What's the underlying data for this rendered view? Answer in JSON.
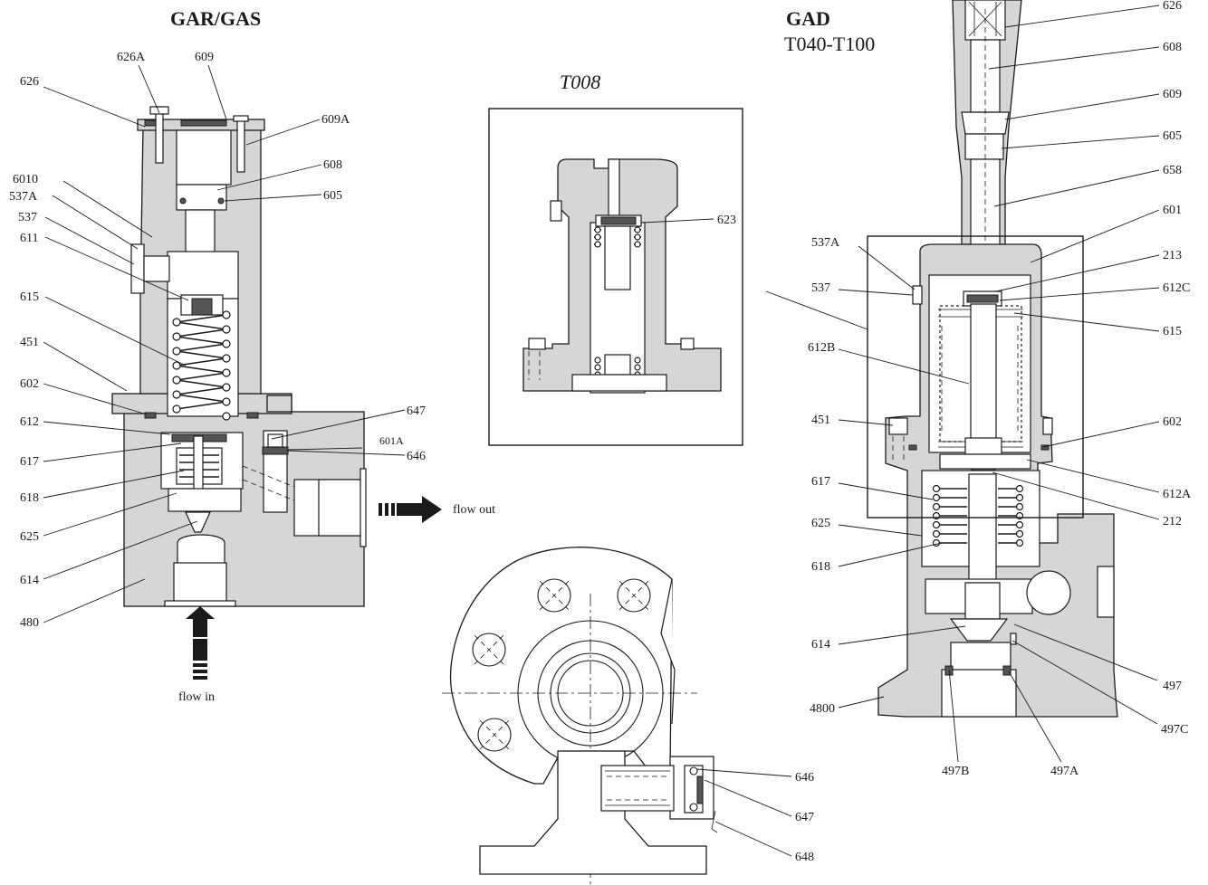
{
  "titles": {
    "left": "GAR/GAS",
    "right_main": "GAD",
    "right_sub": "T040-T100",
    "detail": "T008"
  },
  "flow": {
    "out": "flow out",
    "in": "flow in"
  },
  "labels_left": [
    "626A",
    "609",
    "626",
    "609A",
    "608",
    "605",
    "6010",
    "537A",
    "537",
    "611",
    "615",
    "451",
    "602",
    "647",
    "601A",
    "646",
    "612",
    "617",
    "618",
    "625",
    "614",
    "480"
  ],
  "labels_detail": [
    "623"
  ],
  "labels_right": [
    "626",
    "608",
    "609",
    "605",
    "658",
    "601",
    "213",
    "537A",
    "612C",
    "537",
    "615",
    "612B",
    "451",
    "602",
    "617",
    "612A",
    "212",
    "625",
    "618",
    "614",
    "497",
    "4800",
    "497C",
    "497B",
    "497A"
  ],
  "labels_bottom": [
    "646",
    "647",
    "648"
  ]
}
